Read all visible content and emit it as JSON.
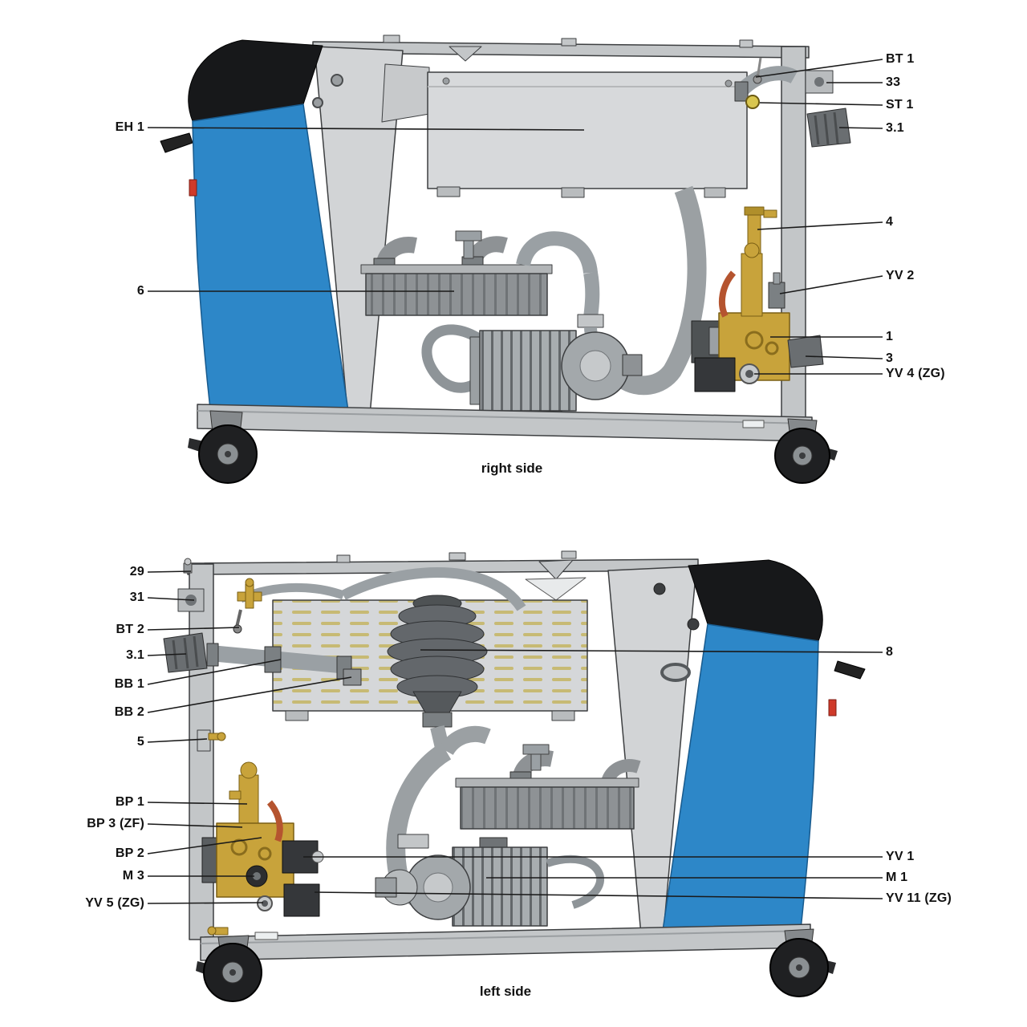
{
  "colors": {
    "blue_panel": "#2d87c8",
    "black_panel": "#17181a",
    "frame_gray": "#c3c6c8",
    "panel_gray": "#d2d4d6",
    "brass": "#c8a33b",
    "red_accent": "#cf3a2a",
    "pipe_gray": "#9aa0a4",
    "leader_line": "#1a1a1a"
  },
  "right_view": {
    "caption": "right side",
    "labels_left": [
      {
        "id": "eh1",
        "text": "EH 1"
      },
      {
        "id": "6",
        "text": "6"
      }
    ],
    "labels_right": [
      {
        "id": "bt1",
        "text": "BT 1"
      },
      {
        "id": "33",
        "text": "33"
      },
      {
        "id": "st1",
        "text": "ST 1"
      },
      {
        "id": "3.1",
        "text": "3.1"
      },
      {
        "id": "4",
        "text": "4"
      },
      {
        "id": "yv2",
        "text": "YV 2"
      },
      {
        "id": "1",
        "text": "1"
      },
      {
        "id": "3",
        "text": "3"
      },
      {
        "id": "yv4",
        "text": "YV 4 (ZG)"
      }
    ]
  },
  "left_view": {
    "caption": "left side",
    "labels_left": [
      {
        "id": "29",
        "text": "29"
      },
      {
        "id": "31",
        "text": "31"
      },
      {
        "id": "bt2",
        "text": "BT 2"
      },
      {
        "id": "3.1",
        "text": "3.1"
      },
      {
        "id": "bb1",
        "text": "BB 1"
      },
      {
        "id": "bb2",
        "text": "BB 2"
      },
      {
        "id": "5",
        "text": "5"
      },
      {
        "id": "bp1",
        "text": "BP 1"
      },
      {
        "id": "bp3",
        "text": "BP 3 (ZF)"
      },
      {
        "id": "bp2",
        "text": "BP 2"
      },
      {
        "id": "m3",
        "text": "M 3"
      },
      {
        "id": "yv5",
        "text": "YV 5 (ZG)"
      }
    ],
    "labels_right": [
      {
        "id": "8",
        "text": "8"
      },
      {
        "id": "yv1",
        "text": "YV 1"
      },
      {
        "id": "m1",
        "text": "M 1"
      },
      {
        "id": "yv11",
        "text": "YV 11 (ZG)"
      }
    ]
  }
}
